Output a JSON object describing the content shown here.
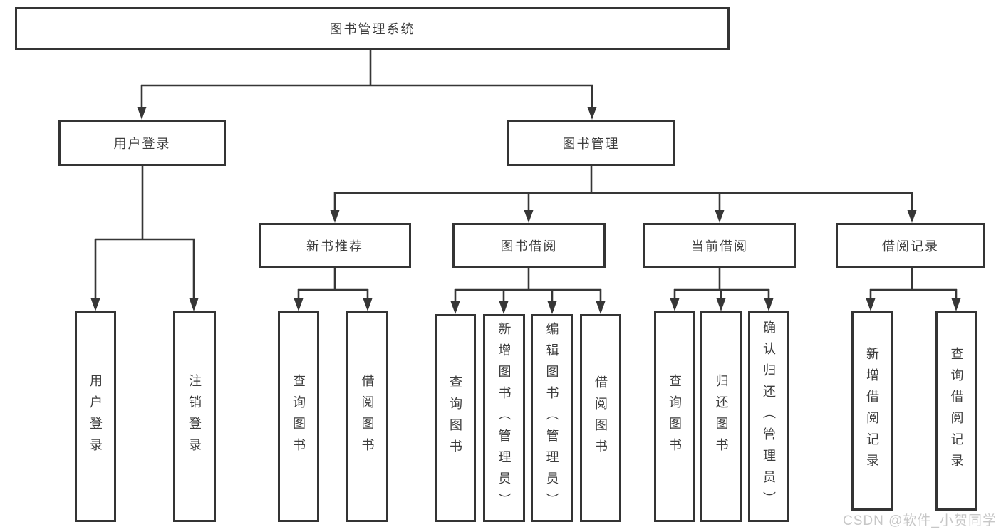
{
  "tree": {
    "label": "图书管理系统",
    "children": [
      {
        "label": "用户登录",
        "children": [
          {
            "label": "用户登录"
          },
          {
            "label": "注销登录"
          }
        ]
      },
      {
        "label": "图书管理",
        "children": [
          {
            "label": "新书推荐",
            "children": [
              {
                "label": "查询图书"
              },
              {
                "label": "借阅图书"
              }
            ]
          },
          {
            "label": "图书借阅",
            "children": [
              {
                "label": "查询图书"
              },
              {
                "label": "新增图书（管理员）"
              },
              {
                "label": "编辑图书（管理员）"
              },
              {
                "label": "借阅图书"
              }
            ]
          },
          {
            "label": "当前借阅",
            "children": [
              {
                "label": "查询图书"
              },
              {
                "label": "归还图书"
              },
              {
                "label": "确认归还（管理员）"
              }
            ]
          },
          {
            "label": "借阅记录",
            "children": [
              {
                "label": "新增借阅记录"
              },
              {
                "label": "查询借阅记录"
              }
            ]
          }
        ]
      }
    ]
  },
  "watermark": {
    "text": "CSDN @软件_小贺同学"
  },
  "colors": {
    "line": "#363636",
    "box_border": "#343434",
    "text": "#3d3d3d",
    "watermark": "#c7c7c7",
    "background": "#ffffff"
  }
}
